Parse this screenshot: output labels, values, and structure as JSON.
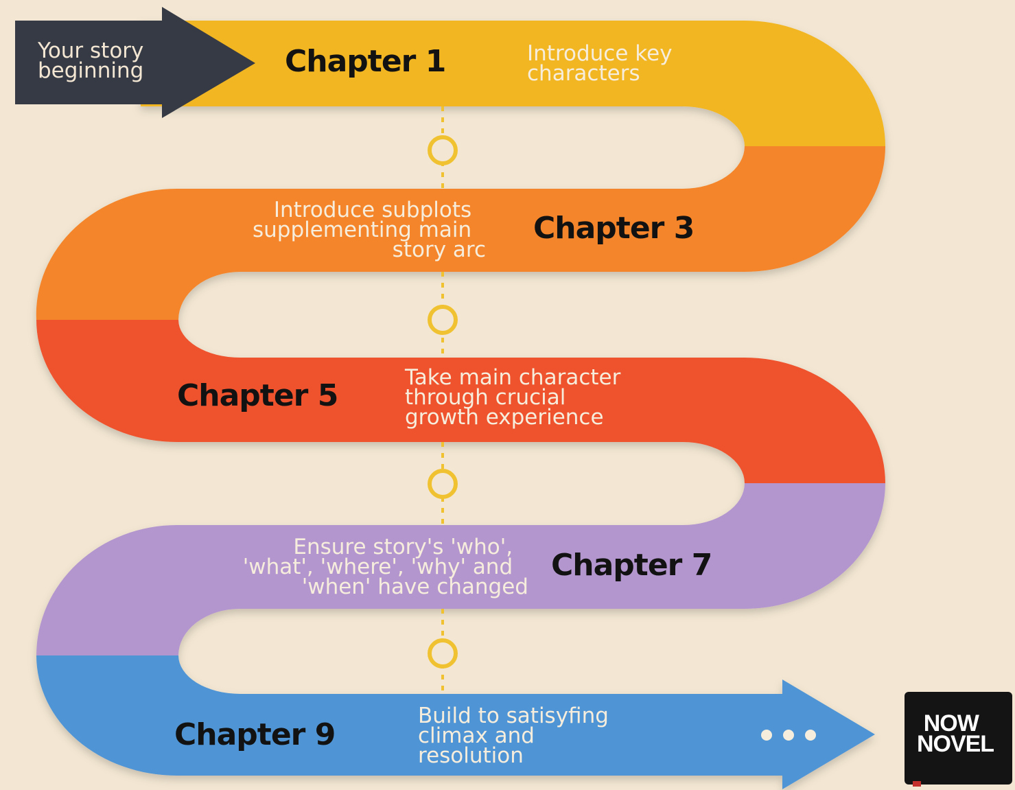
{
  "start_label": [
    "Your story",
    "beginning"
  ],
  "steps": [
    {
      "title": "Chapter 1",
      "description": [
        "Introduce key",
        "characters"
      ],
      "color": "#f2b624"
    },
    {
      "title": "Chapter 3",
      "description": [
        "Introduce subplots",
        "supplementing main",
        "story arc"
      ],
      "color": "#f48529"
    },
    {
      "title": "Chapter 5",
      "description": [
        "Take main character",
        "through crucial",
        "growth experience"
      ],
      "color": "#ee522e"
    },
    {
      "title": "Chapter 7",
      "description": [
        "Ensure story's 'who',",
        "'what', 'where', 'why' and",
        "'when' have changed"
      ],
      "color": "#b496cf"
    },
    {
      "title": "Chapter 9",
      "description": [
        "Build to satisyfing",
        "climax and",
        "resolution"
      ],
      "color": "#5095d6"
    }
  ],
  "logo": [
    "NOW",
    "NOVEL"
  ],
  "colors": {
    "background": "#f3e7d3",
    "start_arrow": "#363a45",
    "connector": "#f0c232",
    "description_text": "#f6eddc"
  }
}
